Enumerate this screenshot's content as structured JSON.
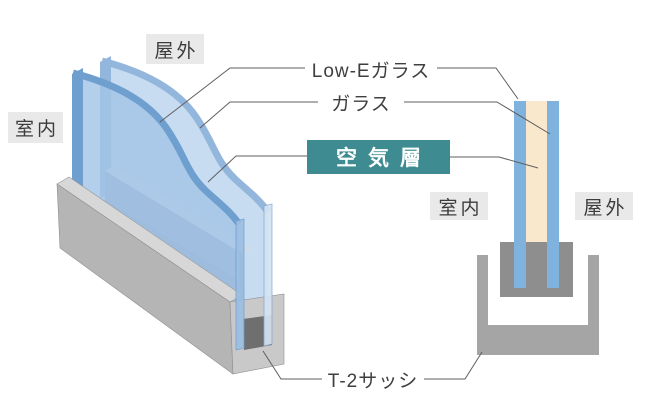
{
  "figure": {
    "type": "window-glazing-diagram",
    "left_view": {
      "outdoor_label": "屋外",
      "indoor_label": "室内"
    },
    "right_view": {
      "indoor_label": "室内",
      "outdoor_label": "屋外"
    },
    "callouts": {
      "low_e_glass": "Low-Eガラス",
      "glass": "ガラス",
      "air_layer": "空気層",
      "sash": "T-2サッシ"
    },
    "colors": {
      "glass_blue": "#7fb2dc",
      "glass_blue_pale": "#c5daf0",
      "glass_edge_blue": "#6f9fce",
      "air_layer_cream": "#fae8cd",
      "air_layer_badge_teal": "#3e8c92",
      "sash_gray": "#a5a5a6",
      "sash_gray_dark": "#8e8e8f",
      "label_background": "#e9e9e9",
      "text": "#3c3c3c",
      "leader_line": "#5f5f5f"
    }
  }
}
